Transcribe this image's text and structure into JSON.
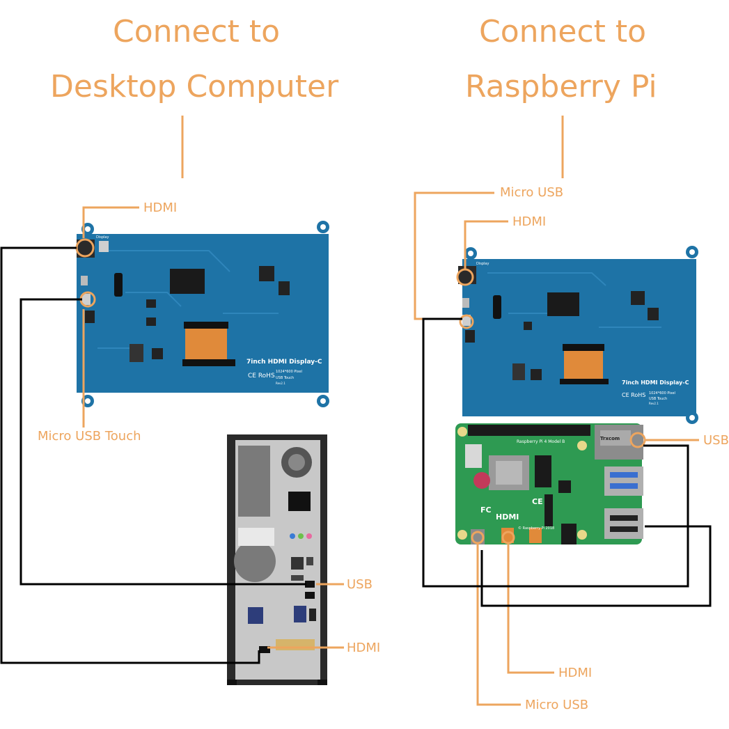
{
  "titles": {
    "left_line1": "Connect to",
    "left_line2": "Desktop  Computer",
    "right_line1": "Connect to",
    "right_line2": "Raspberry Pi"
  },
  "left_callouts": {
    "hdmi_display": "HDMI",
    "micro_usb_touch": "Micro USB Touch",
    "usb_pc": "USB",
    "hdmi_pc": "HDMI"
  },
  "right_callouts": {
    "micro_usb_display": "Micro USB",
    "hdmi_display": "HDMI",
    "usb_pi": "USB",
    "hdmi_pi": "HDMI",
    "micro_usb_pi": "Micro USB"
  },
  "display_board": {
    "model": "7inch HDMI Display-C",
    "resolution": "1024*600 Pixel",
    "touch": "USB Touch",
    "rev": "Rev2.1",
    "cert": "CE RoHS",
    "port_label": "Display"
  },
  "pi_board": {
    "header": "Raspberry Pi 4 Model B",
    "year": "© Raspberry Pi 2018",
    "hdmi_logo": "HDMI",
    "fcc": "FC",
    "ce": "CE",
    "eth_brand": "Trxcom"
  },
  "colors": {
    "accent": "#eda55e",
    "wire": "#000000",
    "display_pcb": "#1e73a6",
    "pi_pcb": "#2e9a52",
    "fpc": "#e08a3a",
    "case": "#2a2a2a"
  }
}
